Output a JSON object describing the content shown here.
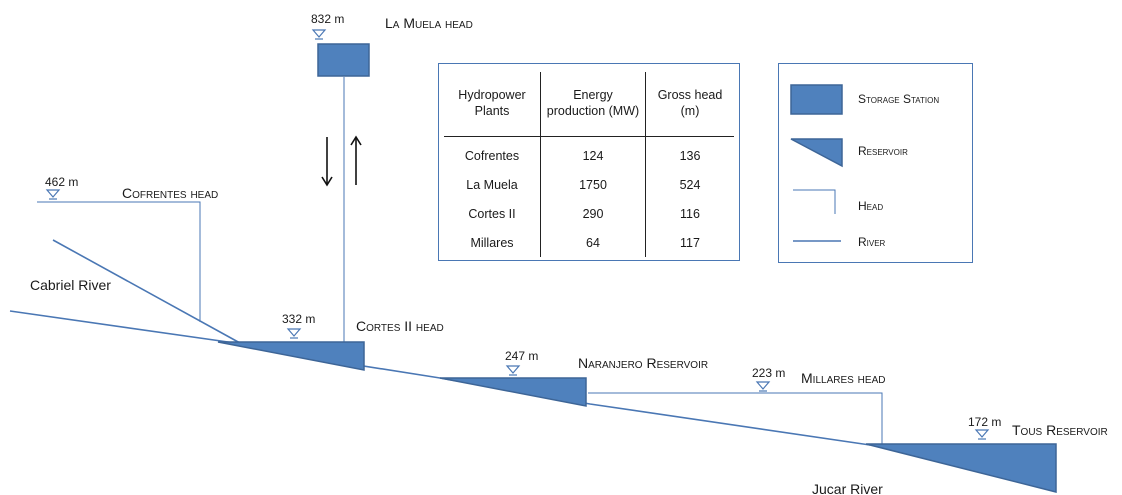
{
  "diagram": {
    "head_markers": [
      {
        "id": "la-muela",
        "elevation": "832 m",
        "label": "La Muela head"
      },
      {
        "id": "cofrentes",
        "elevation": "462 m",
        "label": "Cofrentes head"
      },
      {
        "id": "cortes",
        "elevation": "332 m",
        "label": "Cortes II head"
      },
      {
        "id": "naranjero",
        "elevation": "247 m",
        "label": "Naranjero Reservoir"
      },
      {
        "id": "millares",
        "elevation": "223 m",
        "label": "Millares head"
      },
      {
        "id": "tous",
        "elevation": "172 m",
        "label": "Tous Reservoir"
      }
    ],
    "rivers": {
      "cabriel": "Cabriel River",
      "jucar": "Jucar River"
    }
  },
  "table": {
    "headers": [
      "Hydropower Plants",
      "Energy production (MW)",
      "Gross head (m)"
    ],
    "rows": [
      [
        "Cofrentes",
        "124",
        "136"
      ],
      [
        "La Muela",
        "1750",
        "524"
      ],
      [
        "Cortes II",
        "290",
        "116"
      ],
      [
        "Millares",
        "64",
        "117"
      ]
    ]
  },
  "legend": {
    "items": [
      {
        "symbol": "storage-station",
        "label": "Storage Station"
      },
      {
        "symbol": "reservoir",
        "label": "Reservoir"
      },
      {
        "symbol": "head",
        "label": "Head"
      },
      {
        "symbol": "river",
        "label": "River"
      }
    ]
  },
  "colors": {
    "fill": "#4f81bd",
    "stroke": "#3d6597",
    "line": "#4a77b4"
  }
}
